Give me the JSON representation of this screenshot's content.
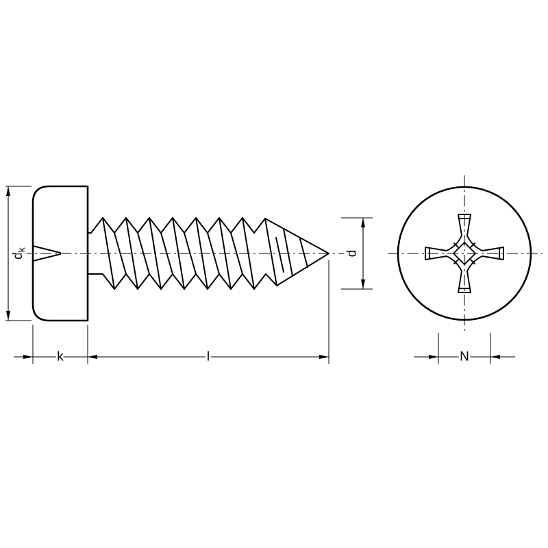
{
  "figure": {
    "kind": "technical-drawing",
    "subject": "Pan head self-tapping screw with cross recess, side view and head front view",
    "background_color": "#ffffff",
    "line_color": "#000000"
  },
  "dimensions": {
    "head_diameter": {
      "label": "d",
      "subscript": "k"
    },
    "head_height": {
      "label": "k"
    },
    "length": {
      "label": "l"
    },
    "thread_diameter": {
      "label": "d"
    },
    "recess_width": {
      "label": "N"
    }
  }
}
